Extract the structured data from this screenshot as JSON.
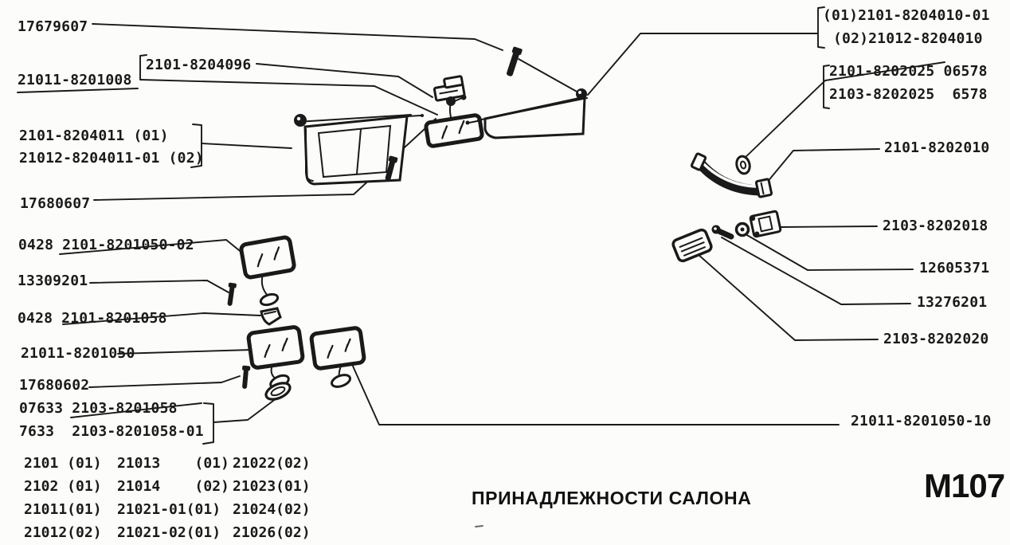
{
  "document": {
    "caption": "ПРИНАДЛЕЖНОСТИ САЛОНА",
    "page_code": "M107",
    "ink_color": "#1a1a1a",
    "paper_color": "#fcfcfa"
  },
  "part_labels": {
    "p17679607": "17679607",
    "p21011_8201008": "21011-8201008",
    "p2101_8204096": "2101-8204096",
    "p8204011_01": "2101-8204011 (01)",
    "p8204011_02": "21012-8204011-01 (02)",
    "p17680607": "17680607",
    "p0428_8201050_02": "0428 2101-8201050-02",
    "p13309201": "13309201",
    "p0428_8201058": "0428 2101-8201058",
    "p21011_8201050": "21011-8201050",
    "p17680602": "17680602",
    "p07633_8201058": "07633 2103-8201058",
    "p7633_8201058_01": "7633  2103-8201058-01",
    "p8204010_01": "(01)2101-8204010-01",
    "p8204010_02": "(02)21012-8204010",
    "p8202025_old": "2101-8202025 06578",
    "p8202025_new": "2103-8202025  6578",
    "p8202010": "2101-8202010",
    "p8202018": "2103-8202018",
    "p12605371": "12605371",
    "p13276201": "13276201",
    "p8202020": "2103-8202020",
    "p8201050_10": "21011-8201050-10"
  },
  "applicability_table": {
    "rows": [
      {
        "c0": "2101 (01)",
        "c1": "21013    (01)",
        "c2": "21022(02)"
      },
      {
        "c0": "2102 (01)",
        "c1": "21014    (02)",
        "c2": "21023(01)"
      },
      {
        "c0": "21011(01)",
        "c1": "21021-01(01)",
        "c2": "21024(02)"
      },
      {
        "c0": "21012(02)",
        "c1": "21021-02(01)",
        "c2": "21026(02)"
      }
    ]
  }
}
